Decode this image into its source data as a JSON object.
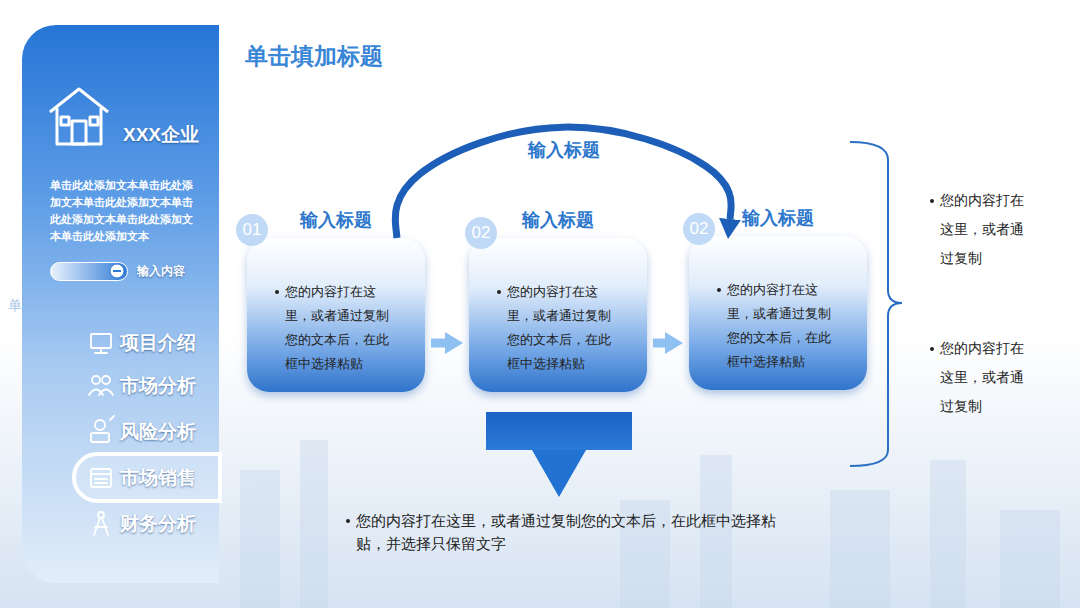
{
  "diagram": {
    "title": "单击填加标题",
    "nodes": [
      {
        "text": [
          "XXX企业",
          "单击此处添加文本单击此处添加文本单击此处添加文本单击此处添加文本单击此处添加文本单击此处添加文本"
        ]
      },
      {
        "text": [
          "输入内容"
        ],
        "in": 0
      },
      {
        "text": [
          "市场销售"
        ],
        "in": 0
      },
      {
        "text": [
          "01"
        ]
      },
      {
        "text": [
          "输入标题",
          "您的内容打在这里，或者通过复制您的文本后，在此框中选择粘贴"
        ]
      },
      {
        "text": [
          "02"
        ]
      },
      {
        "text": [
          "输入标题",
          "您的内容打在这里，或者通过复制您的文本后，在此框中选择粘贴"
        ]
      },
      {
        "text": [
          "02"
        ]
      },
      {
        "text": [
          "输入标题",
          "您的内容打在这里，或者通过复制您的文本后，在此框中选择粘贴"
        ]
      }
    ],
    "edges": [
      {
        "from": 4,
        "to": 6,
        "arrow": "to"
      },
      {
        "from": 6,
        "to": 8,
        "arrow": "to"
      },
      {
        "from": 4,
        "to": 8,
        "label": "输入标题",
        "arrow": "to"
      }
    ],
    "labels": [
      "单",
      "项目介绍",
      "市场分析",
      "风险分析",
      "财务分析",
      "您的内容打在这里，或者通过复制",
      "您的内容打在这里，或者通过复制",
      "您的内容打在这里，或者通过复制您的文本后，在此框中选择粘贴，并选择只保留文字"
    ]
  }
}
